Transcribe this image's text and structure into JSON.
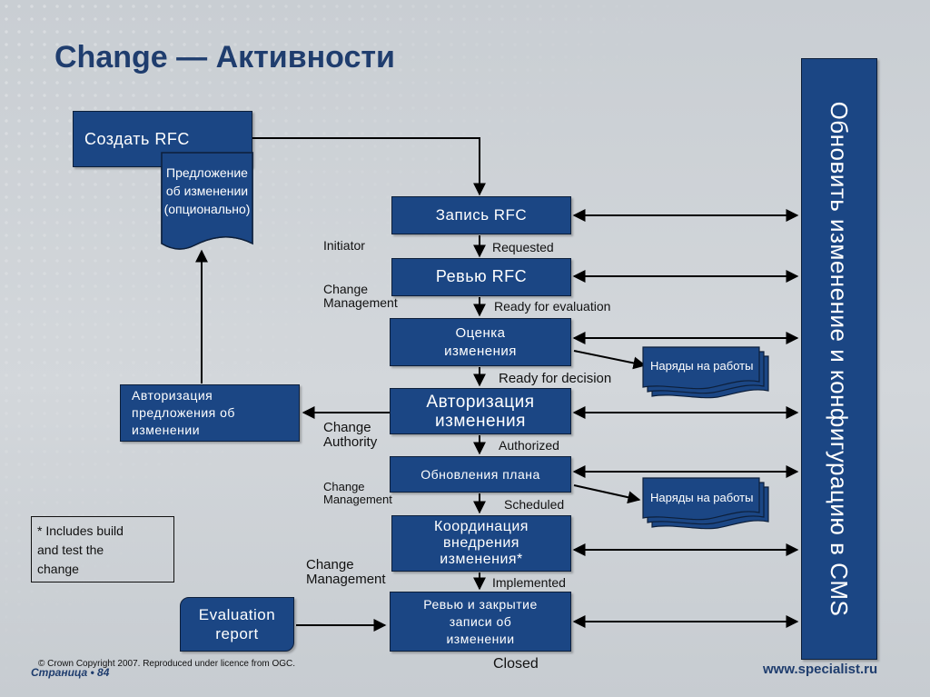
{
  "title": "Change — Активности",
  "cms_bar": "Обновить изменение и конфигурацию в CMS",
  "create_rfc": "Создать RFC",
  "proposal_doc": [
    "Предложение",
    "об изменении",
    "(опционально)"
  ],
  "authorize_proposal": [
    "Авторизация",
    "предложения об",
    "изменении"
  ],
  "evaluation_report": [
    "Evaluation",
    "report"
  ],
  "note": [
    "* Includes build",
    "and test the",
    "change"
  ],
  "steps": [
    {
      "lines": [
        "Запись RFC"
      ]
    },
    {
      "lines": [
        "Ревью RFC"
      ]
    },
    {
      "lines": [
        "Оценка",
        "изменения"
      ]
    },
    {
      "lines": [
        "Авторизация",
        "изменения"
      ]
    },
    {
      "lines": [
        "Обновления плана"
      ]
    },
    {
      "lines": [
        "Координация",
        "внедрения",
        "изменения*"
      ]
    },
    {
      "lines": [
        "Ревью и закрытие",
        "записи об",
        "изменении"
      ]
    }
  ],
  "statuses": [
    "Requested",
    "Ready for evaluation",
    "Ready for decision",
    "Authorized",
    "Scheduled",
    "Implemented",
    "Closed"
  ],
  "roles": [
    [
      "Initiator"
    ],
    [
      "Change",
      "Management"
    ],
    [
      "Change",
      "Authority"
    ],
    [
      "Change",
      "Management"
    ],
    [
      "Change",
      "Management"
    ]
  ],
  "work_orders": [
    "Наряды на работы",
    "Наряды на работы"
  ],
  "footer": {
    "copyright": "© Crown Copyright 2007. Reproduced under licence from OGC.",
    "page": "Страница • 84",
    "site": "www.specialist.ru"
  },
  "colors": {
    "box": "#1b4684",
    "title": "#1f3d6e"
  }
}
